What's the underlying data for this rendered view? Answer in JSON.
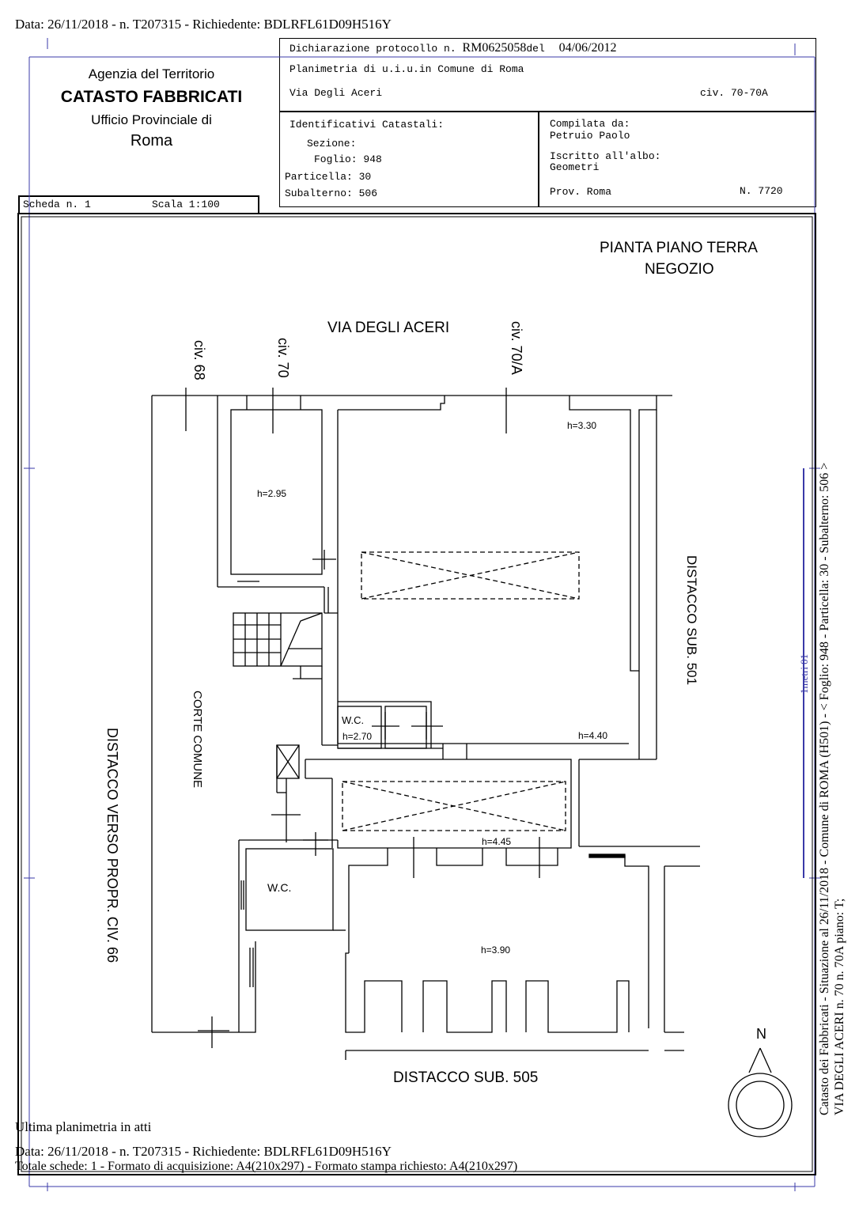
{
  "top_header": "Data: 26/11/2018 - n. T207315 - Richiedente: BDLRFL61D09H516Y",
  "agency": {
    "line1": "Agenzia del Territorio",
    "line2": "CATASTO FABBRICATI",
    "line3": "Ufficio Provinciale di",
    "line4": "Roma"
  },
  "scheda": {
    "label": "Scheda n. 1",
    "scala": "Scala 1:100"
  },
  "declaration": {
    "line1_prefix": "Dichiarazione protocollo n.",
    "protocol_no": "RM0625058",
    "del": "del",
    "date": "04/06/2012",
    "line2": "Planimetria di u.i.u.in Comune di Roma",
    "address": "Via Degli Aceri",
    "civ": "civ. 70-70A"
  },
  "identifiers": {
    "title": "Identificativi Catastali:",
    "sezione": "Sezione:",
    "foglio": "Foglio: 948",
    "particella": "Particella: 30",
    "subalterno": "Subalterno: 506"
  },
  "compiler": {
    "compilata": "Compilata da:",
    "name": "Petruio Paolo",
    "iscritto": "Iscritto all'albo:",
    "albo": "Geometri",
    "prov": "Prov. Roma",
    "number": "N.  7720"
  },
  "plan": {
    "title1": "PIANTA PIANO TERRA",
    "title2": "NEGOZIO",
    "street": "VIA DEGLI ACERI",
    "civ68": "civ. 68",
    "civ70": "civ. 70",
    "civ70a": "civ. 70/A",
    "h330": "h=3.30",
    "h295": "h=2.95",
    "wc1": "W.C.",
    "h270": "h=2.70",
    "h440": "h=4.40",
    "h445": "h=4.45",
    "wc2": "W.C.",
    "h390": "h=3.90",
    "distacco501": "DISTACCO SUB. 501",
    "corte": "CORTE COMUNE",
    "distacco_verso": "DISTACCO VERSO PROPR. CIV. 66",
    "distacco505": "DISTACCO SUB. 505",
    "north": "N",
    "scale_label": "1metri 01"
  },
  "footer": {
    "ultima": "Ultima planimetria in atti",
    "data": "Data: 26/11/2018 - n. T207315 - Richiedente: BDLRFL61D09H516Y",
    "totale": "Totale schede: 1 - Formato di acquisizione: A4(210x297)  - Formato stampa richiesto: A4(210x297)"
  },
  "side_text": {
    "line1": "Catasto dei Fabbricati - Situazione al 26/11/2018 - Comune di ROMA (H501) - < Foglio: 948 - Particella: 30 - Subalterno: 506 >",
    "line2": "VIA DEGLI ACERI n. 70 n. 70A piano: T;"
  }
}
